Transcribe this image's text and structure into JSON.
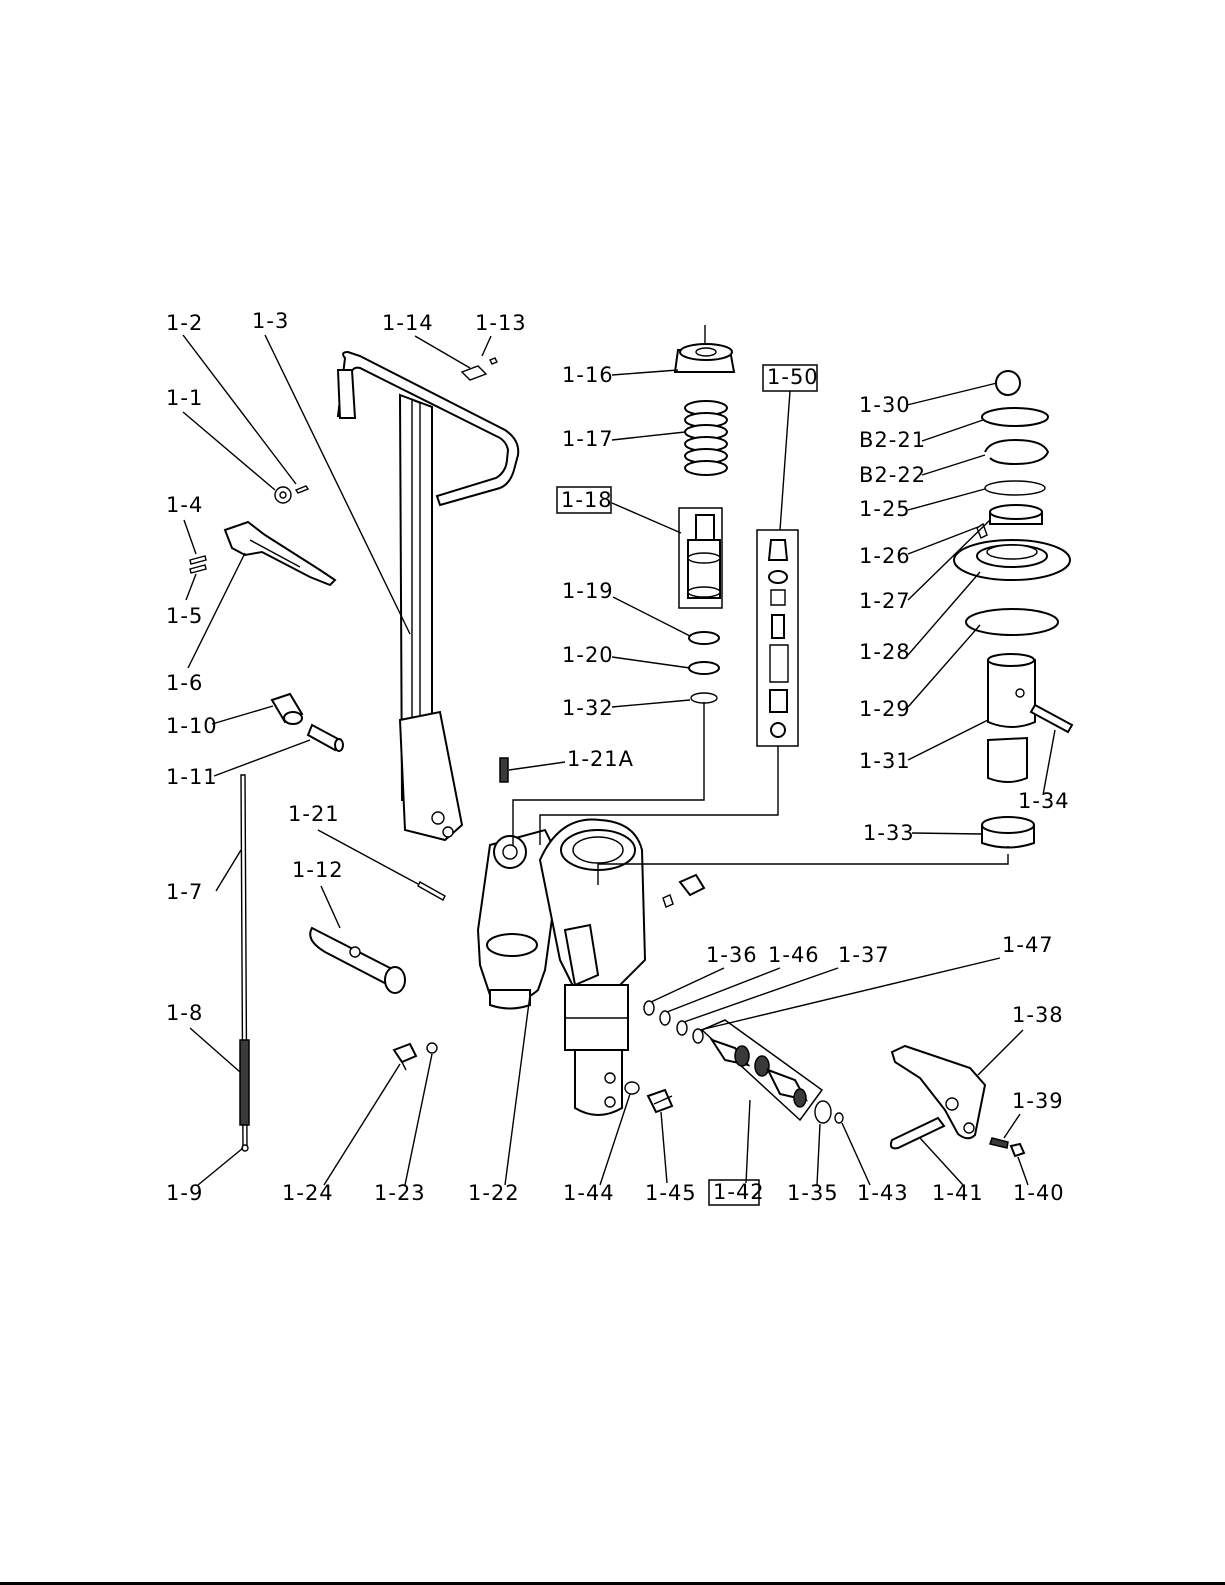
{
  "labels": {
    "p1_1": "1-1",
    "p1_2": "1-2",
    "p1_3": "1-3",
    "p1_4": "1-4",
    "p1_5": "1-5",
    "p1_6": "1-6",
    "p1_7": "1-7",
    "p1_8": "1-8",
    "p1_9": "1-9",
    "p1_10": "1-10",
    "p1_11": "1-11",
    "p1_12": "1-12",
    "p1_13": "1-13",
    "p1_14": "1-14",
    "p1_16": "1-16",
    "p1_17": "1-17",
    "p1_18": "1-18",
    "p1_19": "1-19",
    "p1_20": "1-20",
    "p1_21": "1-21",
    "p1_21A": "1-21A",
    "p1_22": "1-22",
    "p1_23": "1-23",
    "p1_24": "1-24",
    "p1_25": "1-25",
    "p1_26": "1-26",
    "p1_27": "1-27",
    "p1_28": "1-28",
    "p1_29": "1-29",
    "p1_30": "1-30",
    "p1_31": "1-31",
    "p1_32": "1-32",
    "p1_33": "1-33",
    "p1_34": "1-34",
    "p1_35": "1-35",
    "p1_36": "1-36",
    "p1_37": "1-37",
    "p1_38": "1-38",
    "p1_39": "1-39",
    "p1_40": "1-40",
    "p1_41": "1-41",
    "p1_42": "1-42",
    "p1_43": "1-43",
    "p1_44": "1-44",
    "p1_45": "1-45",
    "p1_46": "1-46",
    "p1_47": "1-47",
    "p1_50": "1-50",
    "pB2_21": "B2-21",
    "pB2_22": "B2-22"
  }
}
